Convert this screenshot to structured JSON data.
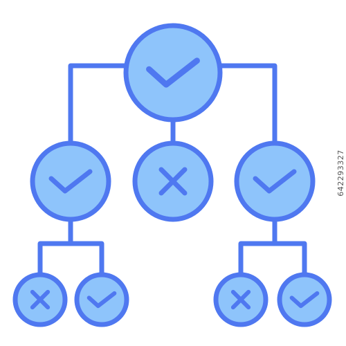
{
  "diagram": {
    "colors": {
      "stroke": "#4f78f0",
      "fill": "#8ec4fb",
      "background": "#ffffff"
    },
    "nodes": [
      {
        "id": "root",
        "mark": "check"
      },
      {
        "id": "mid-left",
        "mark": "check"
      },
      {
        "id": "mid-center",
        "mark": "cross"
      },
      {
        "id": "mid-right",
        "mark": "check"
      },
      {
        "id": "leaf-1",
        "mark": "cross"
      },
      {
        "id": "leaf-2",
        "mark": "check"
      },
      {
        "id": "leaf-3",
        "mark": "cross"
      },
      {
        "id": "leaf-4",
        "mark": "check"
      }
    ],
    "edges": [
      [
        "root",
        "mid-left"
      ],
      [
        "root",
        "mid-center"
      ],
      [
        "root",
        "mid-right"
      ],
      [
        "mid-left",
        "leaf-1"
      ],
      [
        "mid-left",
        "leaf-2"
      ],
      [
        "mid-right",
        "leaf-3"
      ],
      [
        "mid-right",
        "leaf-4"
      ]
    ]
  },
  "stock_id": "642293327"
}
